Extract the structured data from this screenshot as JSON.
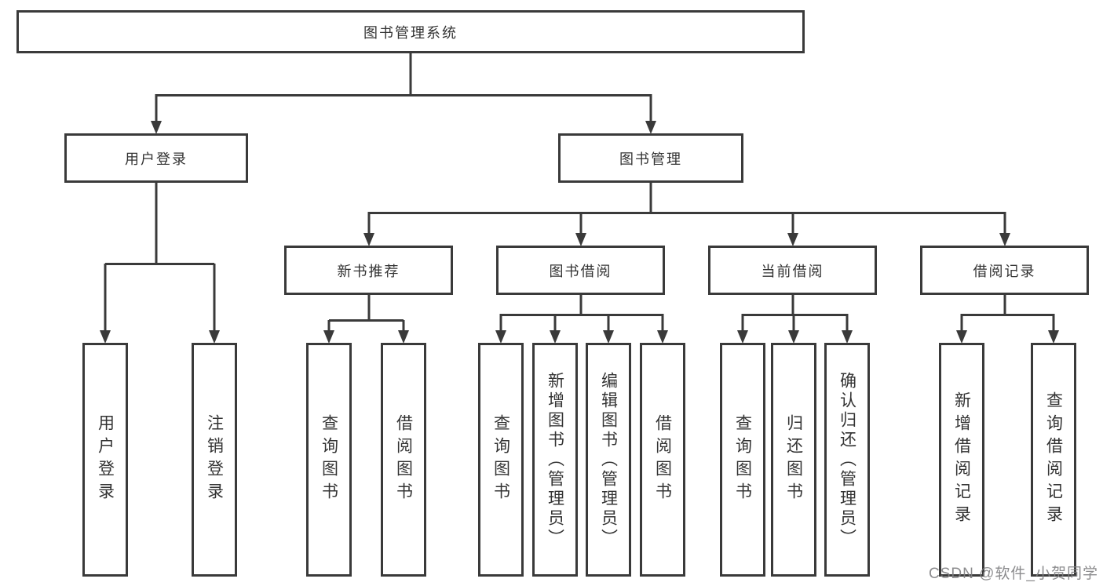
{
  "diagram": {
    "root": {
      "label": "图书管理系统"
    },
    "level2": [
      {
        "label": "用户登录"
      },
      {
        "label": "图书管理"
      }
    ],
    "level3": [
      {
        "label": "新书推荐"
      },
      {
        "label": "图书借阅"
      },
      {
        "label": "当前借阅"
      },
      {
        "label": "借阅记录"
      }
    ],
    "leaves": {
      "user_login": [
        "用户登录",
        "注销登录"
      ],
      "new_books": [
        "查询图书",
        "借阅图书"
      ],
      "book_borrow": [
        "查询图书",
        "新增图书（管理员）",
        "编辑图书（管理员）",
        "借阅图书"
      ],
      "current_borrow": [
        "查询图书",
        "归还图书",
        "确认归还（管理员）"
      ],
      "borrow_records": [
        "新增借阅记录",
        "查询借阅记录"
      ]
    },
    "colors": {
      "line": "#3a3a3a",
      "text": "#333333",
      "background": "#ffffff",
      "watermark": "#80808a"
    }
  },
  "watermark": {
    "text": "CSDN @软件_小贺同学"
  }
}
